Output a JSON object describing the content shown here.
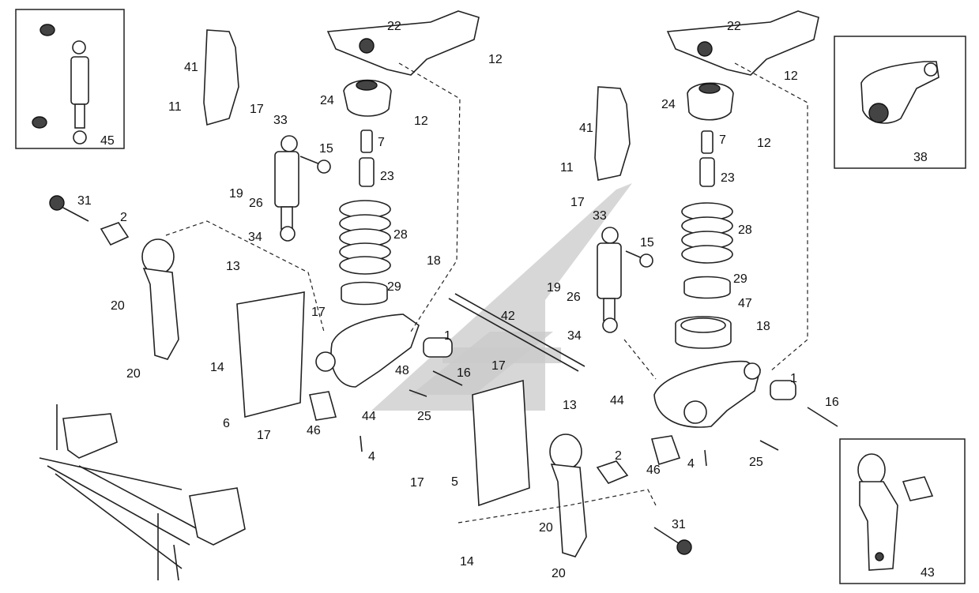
{
  "diagram": {
    "labels": {
      "l22a": "22",
      "l12a": "12",
      "l41a": "41",
      "l24a": "24",
      "l11a": "11",
      "l17a": "17",
      "l33a": "33",
      "l12b": "12",
      "l7a": "7",
      "l15a": "15",
      "l23a": "23",
      "l31a": "31",
      "l2a": "2",
      "l19a": "19",
      "l26a": "26",
      "l28a": "28",
      "l34a": "34",
      "l18a": "18",
      "l13a": "13",
      "l29a": "29",
      "l20a": "20",
      "l17b": "17",
      "l1a": "1",
      "l48": "48",
      "l16a": "16",
      "l20b": "20",
      "l14a": "14",
      "l44a": "44",
      "l25a": "25",
      "l6": "6",
      "l17c": "17",
      "l46a": "46",
      "l4a": "4",
      "l45": "45",
      "l22b": "22",
      "l12c": "12",
      "l24b": "24",
      "l41b": "41",
      "l12d": "12",
      "l7b": "7",
      "l11b": "11",
      "l23b": "23",
      "l38": "38",
      "l17d": "17",
      "l33b": "33",
      "l28b": "28",
      "l15b": "15",
      "l29b": "29",
      "l19b": "19",
      "l26b": "26",
      "l42": "42",
      "l47": "47",
      "l18b": "18",
      "l34b": "34",
      "l17e": "17",
      "l1b": "1",
      "l16b": "16",
      "l13b": "13",
      "l44b": "44",
      "l2b": "2",
      "l25b": "25",
      "l46b": "46",
      "l4b": "4",
      "l17f": "17",
      "l5": "5",
      "l31b": "31",
      "l20c": "20",
      "l14b": "14",
      "l20d": "20",
      "l43": "43"
    }
  }
}
